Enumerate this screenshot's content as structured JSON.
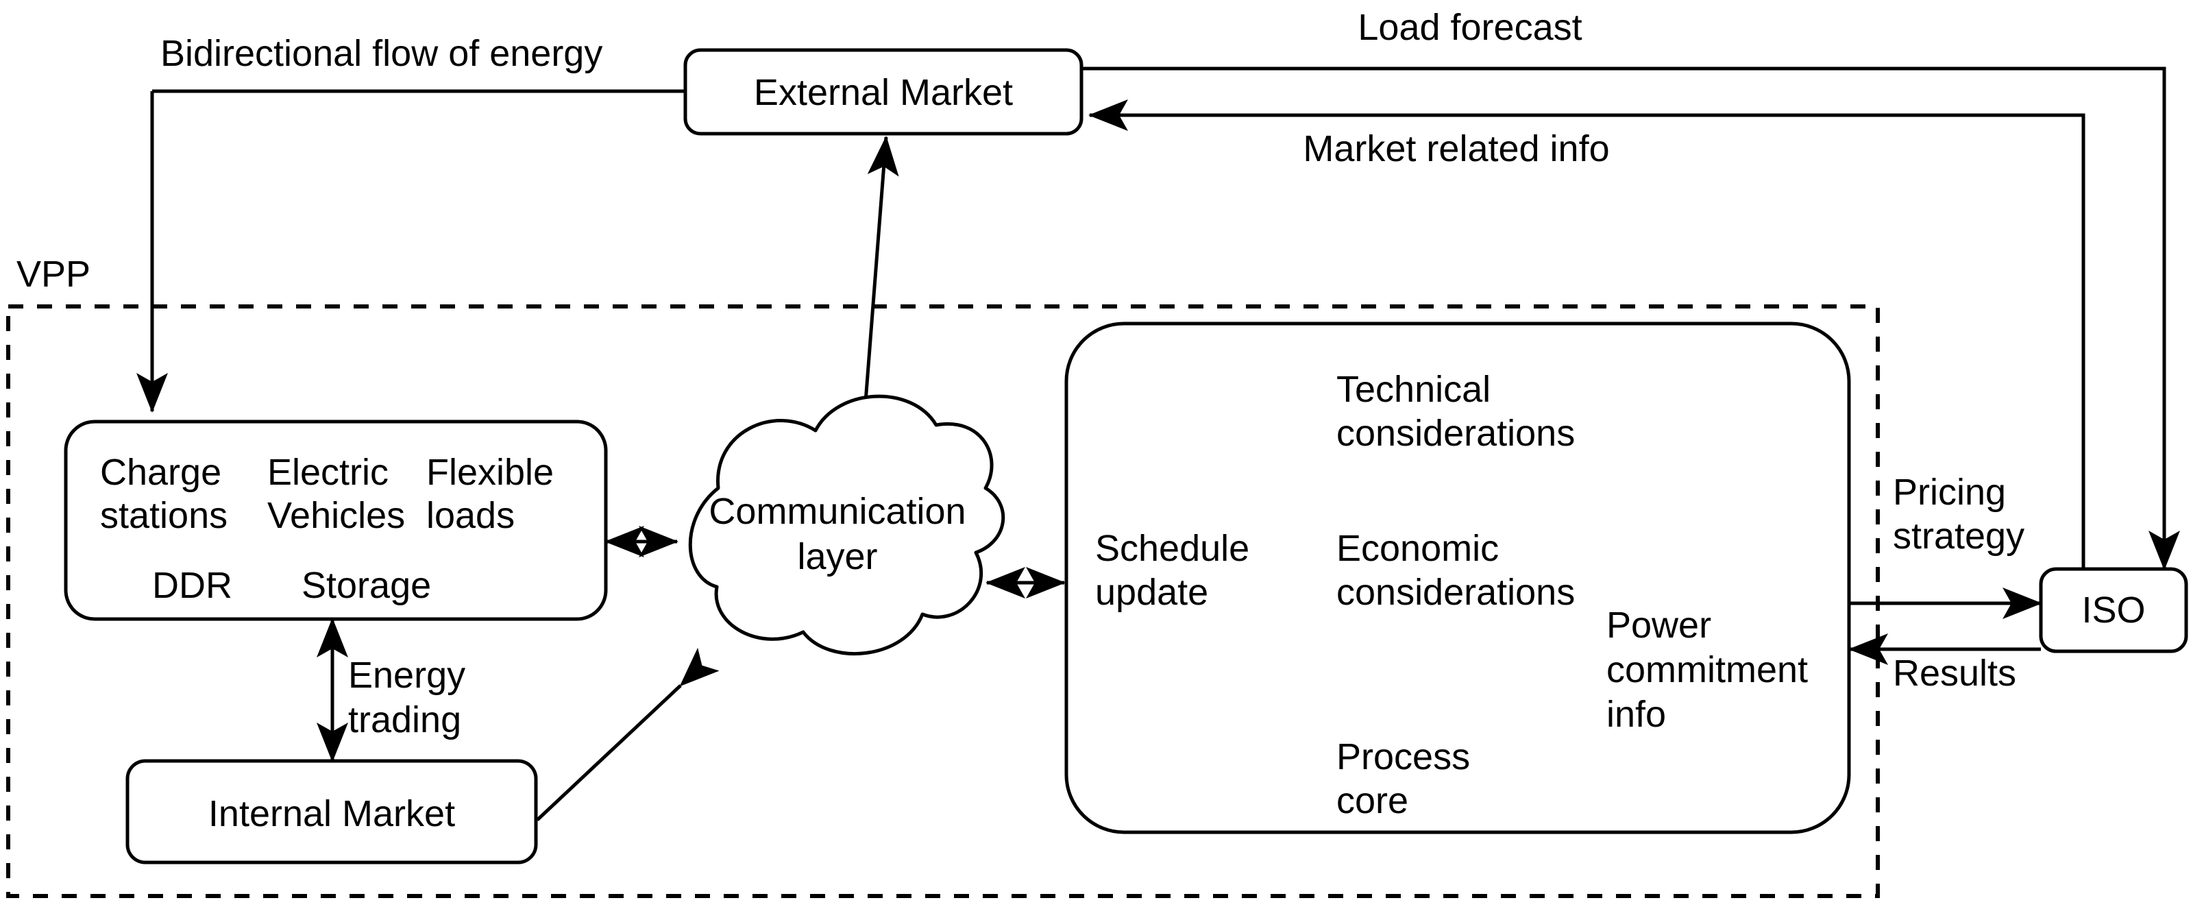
{
  "diagram": {
    "title_label": "VPP",
    "nodes": {
      "external_market": "External Market",
      "iso": "ISO",
      "internal_market": "Internal Market",
      "communication_layer_line1": "Communication",
      "communication_layer_line2": "layer",
      "der_box": {
        "charge_stations_line1": "Charge",
        "charge_stations_line2": "stations",
        "electric_vehicles_line1": "Electric",
        "electric_vehicles_line2": "Vehicles",
        "flexible_loads_line1": "Flexible",
        "flexible_loads_line2": "loads",
        "ddr": "DDR",
        "storage": "Storage"
      },
      "vpp_controller": {
        "technical_line1": "Technical",
        "technical_line2": "considerations",
        "economic_line1": "Economic",
        "economic_line2": "considerations",
        "process_core_line1": "Process",
        "process_core_line2": "core"
      }
    },
    "edge_labels": {
      "bidirectional_flow": "Bidirectional flow of energy",
      "load_forecast": "Load forecast",
      "market_related_info": "Market related info",
      "energy_trading_line1": "Energy",
      "energy_trading_line2": "trading",
      "schedule_update_line1": "Schedule",
      "schedule_update_line2": "update",
      "power_commitment_line1": "Power",
      "power_commitment_line2": "commitment",
      "power_commitment_line3": "info",
      "pricing_strategy_line1": "Pricing",
      "pricing_strategy_line2": "strategy",
      "results": "Results"
    },
    "colors": {
      "stroke": "#000000",
      "fill": "#ffffff",
      "background": "#ffffff"
    }
  }
}
